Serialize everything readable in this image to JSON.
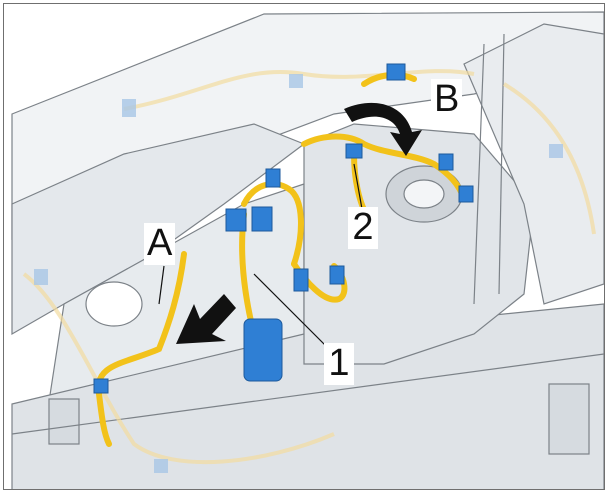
{
  "callouts": {
    "a": "A",
    "b": "B",
    "one": "1",
    "two": "2"
  },
  "colors": {
    "harness": "#f2c21a",
    "connector": "#2f7fd4",
    "body_panel": "#e9ecef",
    "line_art": "#7c8288",
    "arrow": "#111111"
  },
  "icons": {
    "arrow_a": "arrow-down-left-icon",
    "arrow_b": "curved-arrow-clockwise-icon"
  }
}
